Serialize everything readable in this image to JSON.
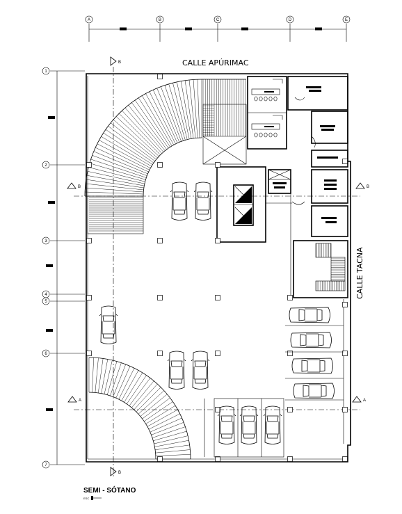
{
  "title": "SEMI - SÓTANO",
  "scale_text": "ESC",
  "streets": {
    "top": "CALLE APÚRIMAC",
    "right": "CALLE TACNA"
  },
  "grid": {
    "columns": [
      "A",
      "B",
      "C",
      "D",
      "E"
    ],
    "rows": [
      "1",
      "2",
      "3",
      "4",
      "5",
      "6",
      "7"
    ]
  },
  "sections": {
    "a": "A",
    "b": "B"
  }
}
